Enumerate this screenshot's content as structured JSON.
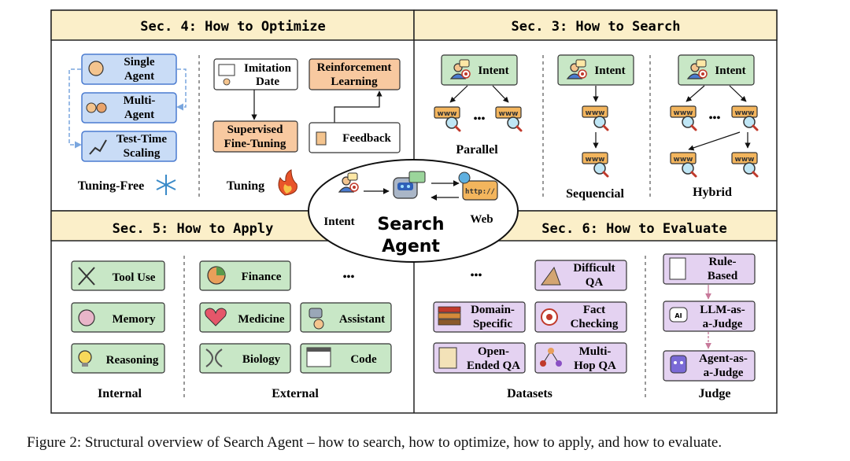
{
  "center": {
    "title_line1": "Search",
    "title_line2": "Agent",
    "intent_label": "Intent",
    "web_label": "Web",
    "http_badge": "http://"
  },
  "sec4": {
    "header": "Sec. 4: How to Optimize",
    "tuning_free": {
      "label": "Tuning-Free",
      "items": [
        {
          "line1": "Single",
          "line2": "Agent"
        },
        {
          "line1": "Multi-",
          "line2": "Agent"
        },
        {
          "line1": "Test-Time",
          "line2": "Scaling"
        }
      ]
    },
    "tuning": {
      "label": "Tuning",
      "imitation": {
        "line1": "Imitation",
        "line2": "Date"
      },
      "sft": {
        "line1": "Supervised",
        "line2": "Fine-Tuning"
      },
      "rl": {
        "line1": "Reinforcement",
        "line2": "Learning"
      },
      "feedback": "Feedback"
    }
  },
  "sec3": {
    "header": "Sec. 3: How to Search",
    "intent_label": "Intent",
    "www_label": "www",
    "ellipsis": "•••",
    "parallel_label": "Parallel",
    "sequential_label": "Sequencial",
    "hybrid_label": "Hybrid"
  },
  "sec5": {
    "header": "Sec. 5: How to Apply",
    "internal": {
      "label": "Internal",
      "items": [
        "Tool Use",
        "Memory",
        "Reasoning"
      ]
    },
    "external": {
      "label": "External",
      "items": [
        "Finance",
        "Medicine",
        "Assistant",
        "Biology",
        "Code"
      ],
      "ellipsis": "•••"
    }
  },
  "sec6": {
    "header": "Sec. 6: How to Evaluate",
    "datasets": {
      "label": "Datasets",
      "ellipsis": "•••",
      "difficult_qa": {
        "line1": "Difficult",
        "line2": "QA"
      },
      "domain_specific": {
        "line1": "Domain-",
        "line2": "Specific"
      },
      "fact_checking": {
        "line1": "Fact",
        "line2": "Checking"
      },
      "open_ended": {
        "line1": "Open-",
        "line2": "Ended QA"
      },
      "multi_hop": {
        "line1": "Multi-",
        "line2": "Hop QA"
      }
    },
    "judge": {
      "label": "Judge",
      "rule_based": {
        "line1": "Rule-",
        "line2": "Based"
      },
      "llm_judge": {
        "line1": "LLM-as-",
        "line2": "a-Judge"
      },
      "agent_judge": {
        "line1": "Agent-as-",
        "line2": "a-Judge"
      },
      "ai_badge": "AI"
    }
  },
  "caption": "Figure 2: Structural overview of Search Agent – how to search, how to optimize, how to apply, and how to evaluate.",
  "colors": {
    "header_fill": "#fbefc9",
    "blue_box": "#c9dcf6",
    "blue_border": "#4a7bd0",
    "orange_box": "#f8c9a0",
    "green_box": "#c8e7c6",
    "purple_box": "#e4d2f1",
    "dashed_blue": "#7aa6de",
    "pink_arrow": "#c7799a"
  }
}
